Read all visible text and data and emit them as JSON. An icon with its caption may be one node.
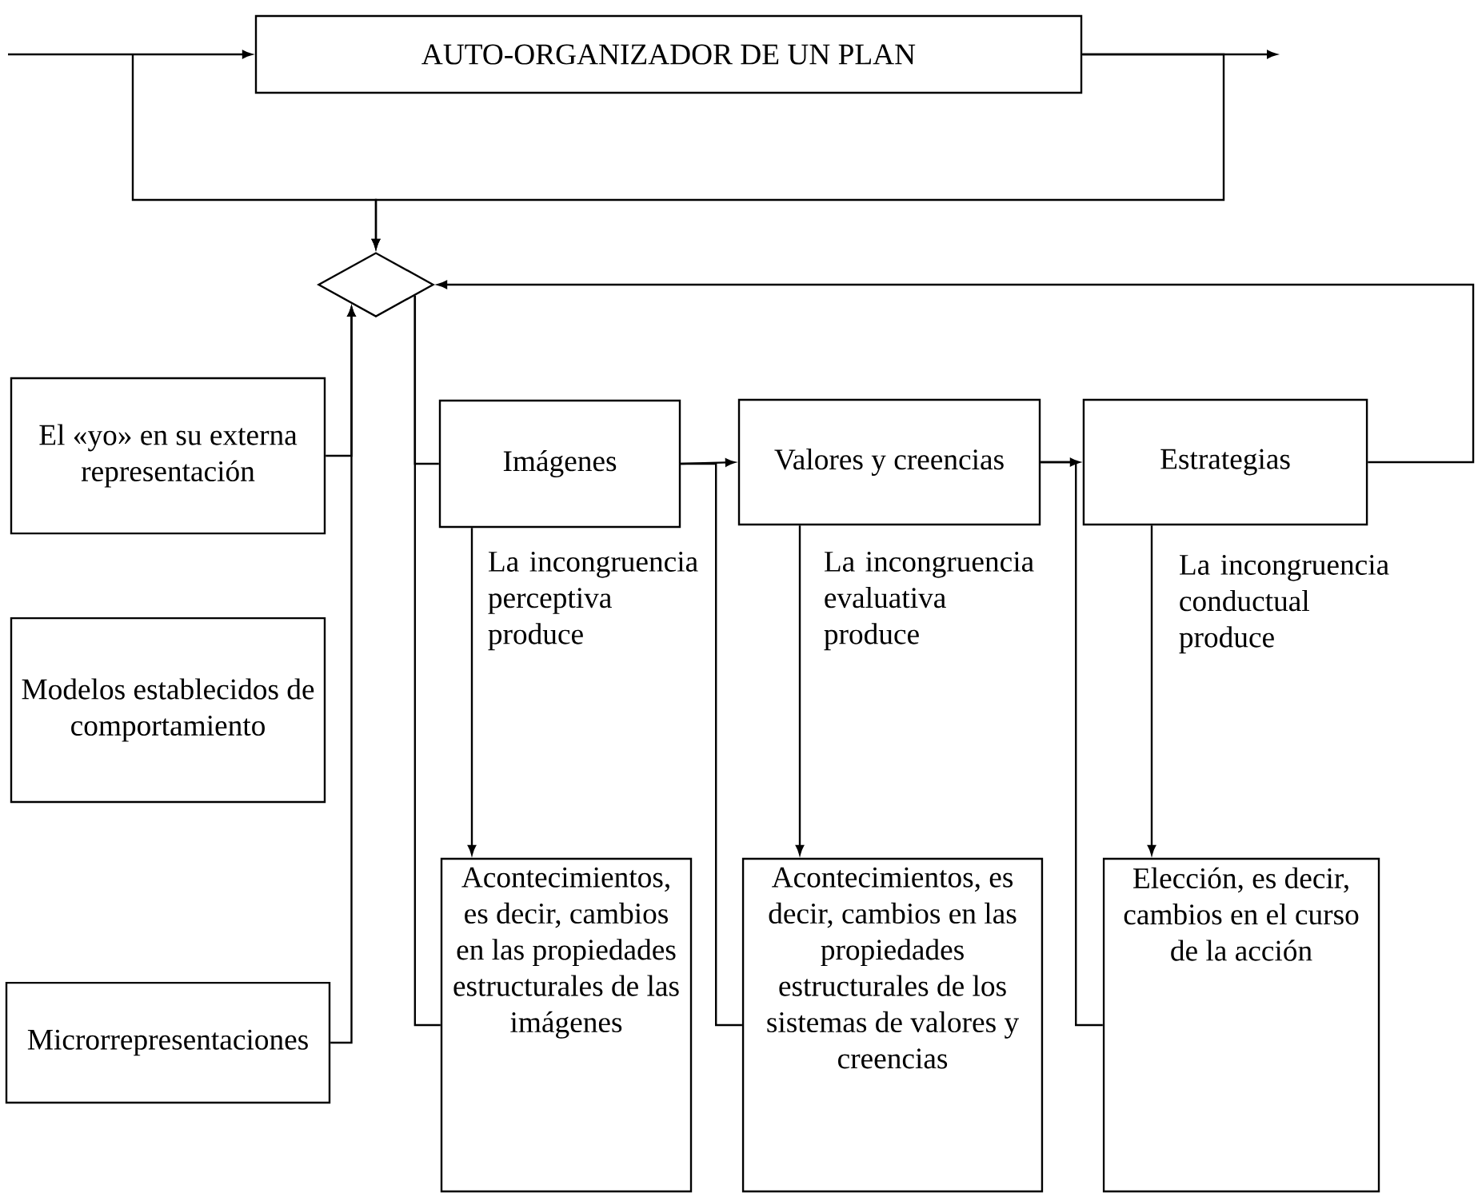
{
  "diagram": {
    "nodes": [
      {
        "text": [
          "AUTO-ORGANIZADOR DE UN PLAN"
        ]
      },
      {
        "text": [],
        "shape": "diamond"
      },
      {
        "text": [
          "El «yo» en su externa representación"
        ]
      },
      {
        "text": [
          "Modelos establecidos de comportamiento"
        ]
      },
      {
        "text": [
          "Microrrepresentaciones"
        ]
      },
      {
        "text": [
          "Imágenes"
        ]
      },
      {
        "text": [
          "Valores y creencias"
        ]
      },
      {
        "text": [
          "Estrategias"
        ]
      },
      {
        "text": [
          "Acontecimientos, es decir, cambios en las propiedades estructurales de las imágenes"
        ]
      },
      {
        "text": [
          "Acontecimientos, es decir, cambios en las propiedades estructurales de los sistemas de valores y creencias"
        ]
      },
      {
        "text": [
          "Elección, es decir, cambios en el curso de la acción"
        ]
      }
    ],
    "edges": [
      {
        "from": null,
        "to": 0,
        "arrow": "to"
      },
      {
        "from": 0,
        "to": null,
        "arrow": "to"
      },
      {
        "from": null,
        "to": 1,
        "arrow": "to"
      },
      {
        "from": 0,
        "to": 1,
        "arrow": "to"
      },
      {
        "from": 7,
        "to": 1,
        "arrow": "to"
      },
      {
        "from": 2,
        "to": 1,
        "arrow": "to"
      },
      {
        "from": 4,
        "to": 1,
        "arrow": "to"
      },
      {
        "from": 1,
        "to": 5,
        "arrow": "none"
      },
      {
        "from": 1,
        "to": 8,
        "arrow": "none"
      },
      {
        "from": 5,
        "to": 6,
        "arrow": "to"
      },
      {
        "from": 5,
        "to": 9,
        "arrow": "none"
      },
      {
        "from": 6,
        "to": 7,
        "arrow": "to"
      },
      {
        "from": 6,
        "to": 10,
        "arrow": "none"
      },
      {
        "from": 5,
        "to": 8,
        "arrow": "to",
        "label": "La incongruencia perceptiva produce"
      },
      {
        "from": 6,
        "to": 9,
        "arrow": "to",
        "label": "La incongruencia evaluativa produce"
      },
      {
        "from": 7,
        "to": 10,
        "arrow": "to",
        "label": "La incongruencia conductual produce"
      }
    ]
  }
}
